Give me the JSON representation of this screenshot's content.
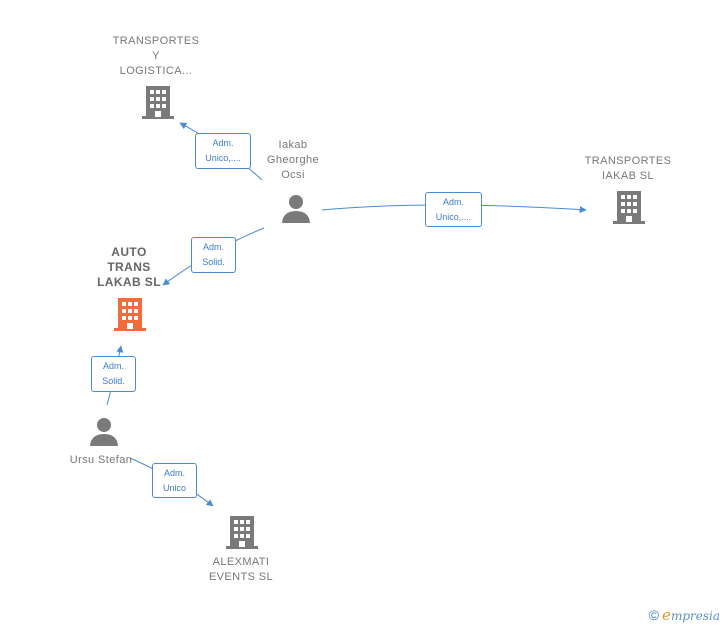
{
  "nodes": {
    "transportes_logistica": {
      "label": "TRANSPORTES\nY\nLOGISTICA...",
      "type": "company"
    },
    "iakab": {
      "label": "Iakab\nGheorghe\nOcsi",
      "type": "person"
    },
    "transportes_iakab": {
      "label": "TRANSPORTES\nIAKAB  SL",
      "type": "company"
    },
    "auto_trans": {
      "label": "AUTO\nTRANS\nLAKAB  SL",
      "type": "company",
      "highlight": true
    },
    "ursu": {
      "label": "Ursu Stefan",
      "type": "person"
    },
    "alexmati": {
      "label": "ALEXMATI\nEVENTS  SL",
      "type": "company"
    }
  },
  "edges": {
    "e1": {
      "label": "Adm.\nUnico,...."
    },
    "e2": {
      "label": "Adm.\nUnico,...."
    },
    "e3": {
      "label": "Adm.\nSolid."
    },
    "e4": {
      "label": "Adm.\nSolid."
    },
    "e5": {
      "label": "Adm.\nUnico"
    }
  },
  "footer": {
    "copyright": "©",
    "brand_first": "e",
    "brand_rest": "mpresia"
  },
  "colors": {
    "edge": "#4a8bd2",
    "company": "#7a7a7a",
    "highlight": "#f26b3a",
    "person": "#7a7a7a"
  }
}
